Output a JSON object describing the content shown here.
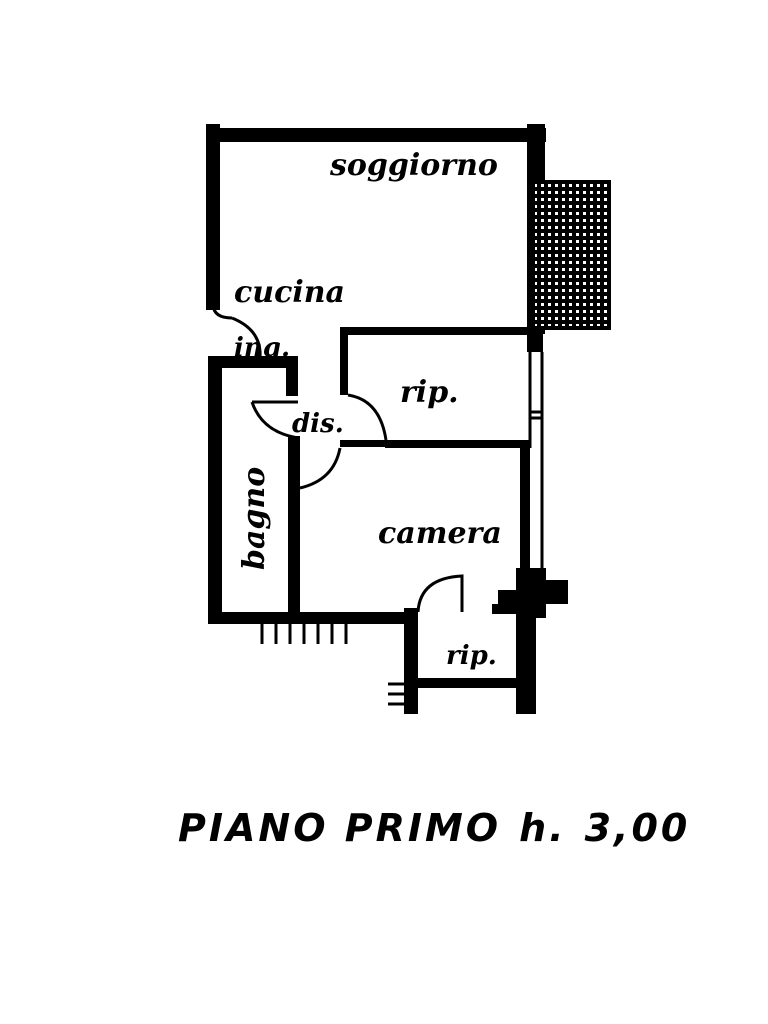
{
  "plan": {
    "rooms": {
      "soggiorno": "soggiorno",
      "cucina": "cucina",
      "ingresso": "ing.",
      "ripostiglio_top": "rip.",
      "disimpegno": "dis.",
      "bagno": "bagno",
      "camera": "camera",
      "ripostiglio_bottom": "rip."
    },
    "caption": {
      "floor": "PIANO PRIMO",
      "height_label": "h.",
      "height_value": "3,00"
    }
  }
}
